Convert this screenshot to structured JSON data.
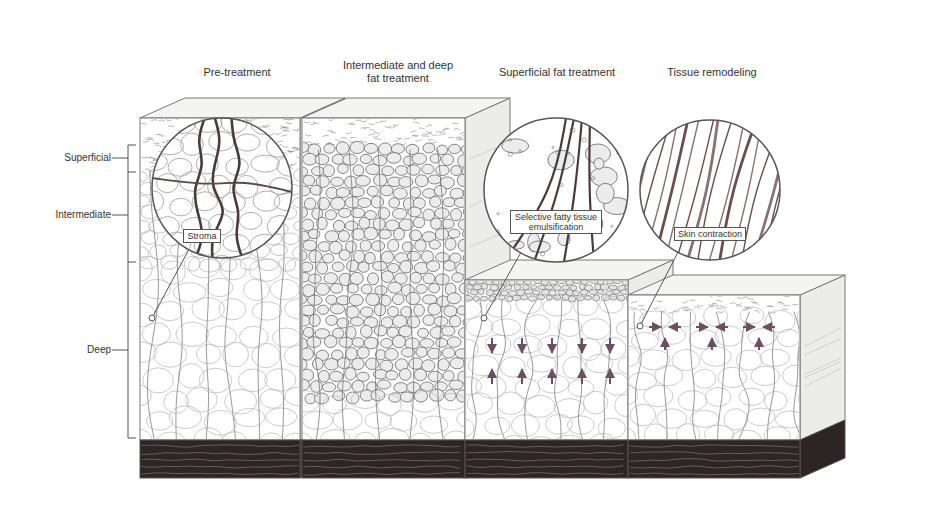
{
  "diagram": {
    "nodes": [
      {
        "text": [
          "Stroma"
        ]
      },
      {
        "text": [
          "Selective fatty tissue emulsification"
        ]
      },
      {
        "text": [
          "Skin contraction"
        ]
      }
    ],
    "labels": [
      "Pre-treatment",
      "Intermediate and deep fat treatment",
      "Superficial fat treatment",
      "Tissue remodeling",
      "Superficial",
      "Intermediate",
      "Deep"
    ]
  }
}
